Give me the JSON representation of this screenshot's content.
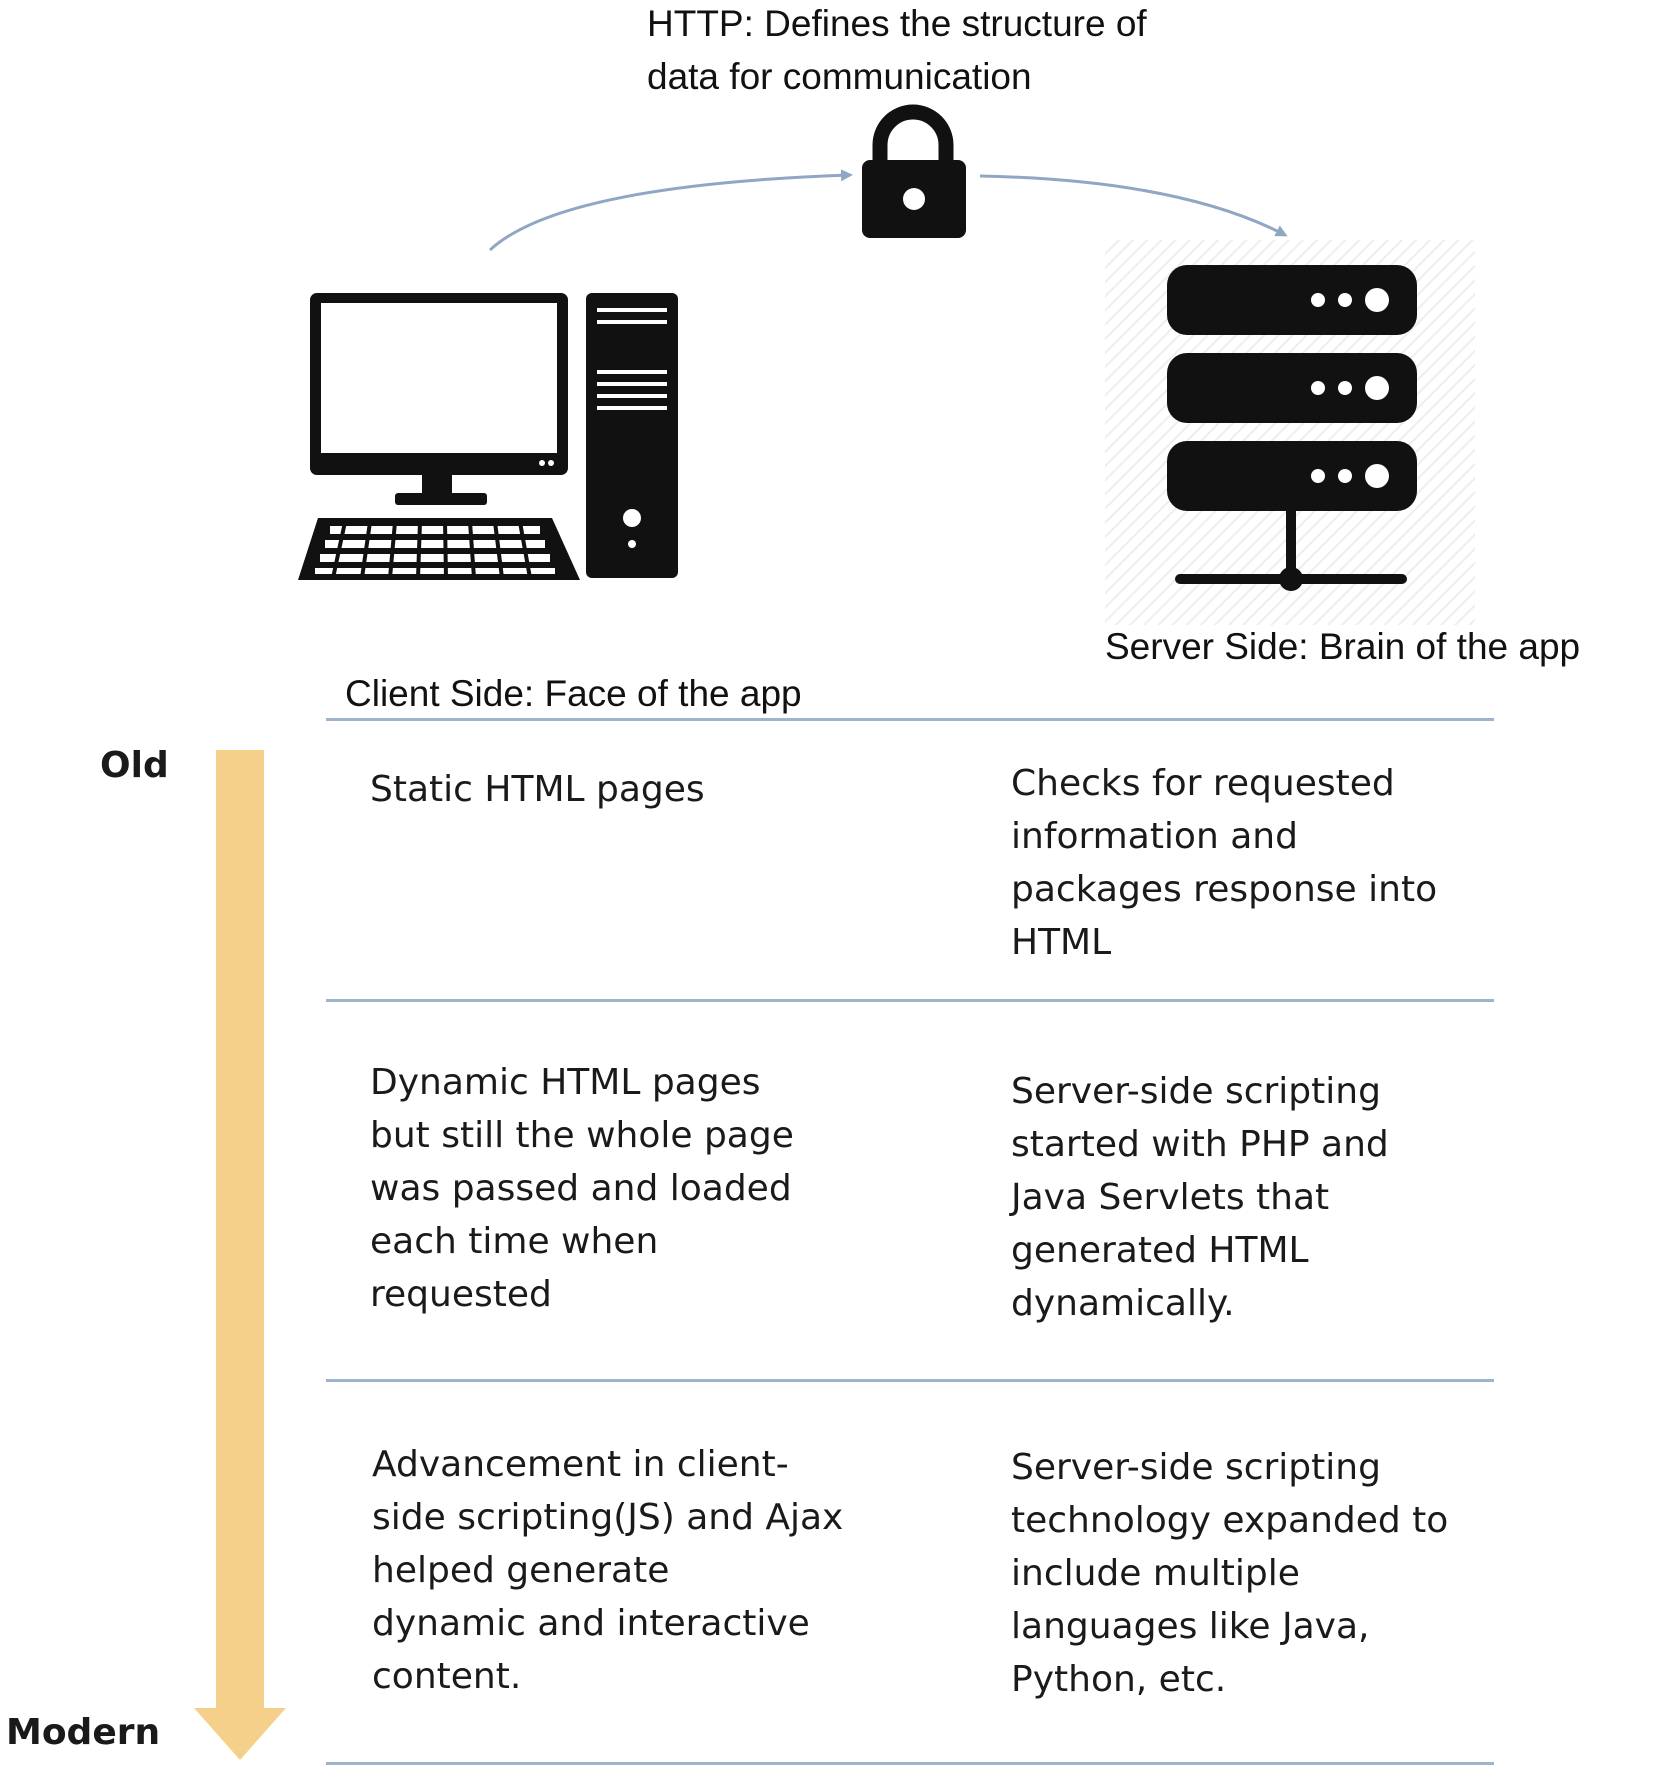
{
  "http_caption": [
    "HTTP: Defines the structure of",
    "data for communication"
  ],
  "client_caption": "Client Side: Face of the app",
  "server_caption": "Server Side: Brain of the app",
  "timeline": {
    "start_label": "Old",
    "end_label": "Modern",
    "arrow_color": "#f5d08a"
  },
  "divider_color": "#9fb3cc",
  "rows": [
    {
      "client": [
        "Static HTML pages"
      ],
      "server": [
        "Checks for requested",
        "information  and",
        "packages response into",
        "HTML"
      ]
    },
    {
      "client": [
        "Dynamic HTML pages",
        "but  still the whole  page",
        "was passed and loaded",
        "each time  when",
        "requested"
      ],
      "server": [
        "Server-side scripting",
        "started with PHP and",
        "Java Servlets that",
        "generated HTML",
        "dynamically."
      ]
    },
    {
      "client": [
        "Advancement  in client-",
        "side scripting(JS) and  Ajax",
        "helped generate",
        "dynamic and interactive",
        "content."
      ],
      "server": [
        "Server-side scripting",
        "technology expanded to",
        "include multiple",
        "languages like Java,",
        "Python, etc."
      ]
    }
  ],
  "icons": [
    "desktop-computer-icon",
    "padlock-icon",
    "server-icon"
  ]
}
